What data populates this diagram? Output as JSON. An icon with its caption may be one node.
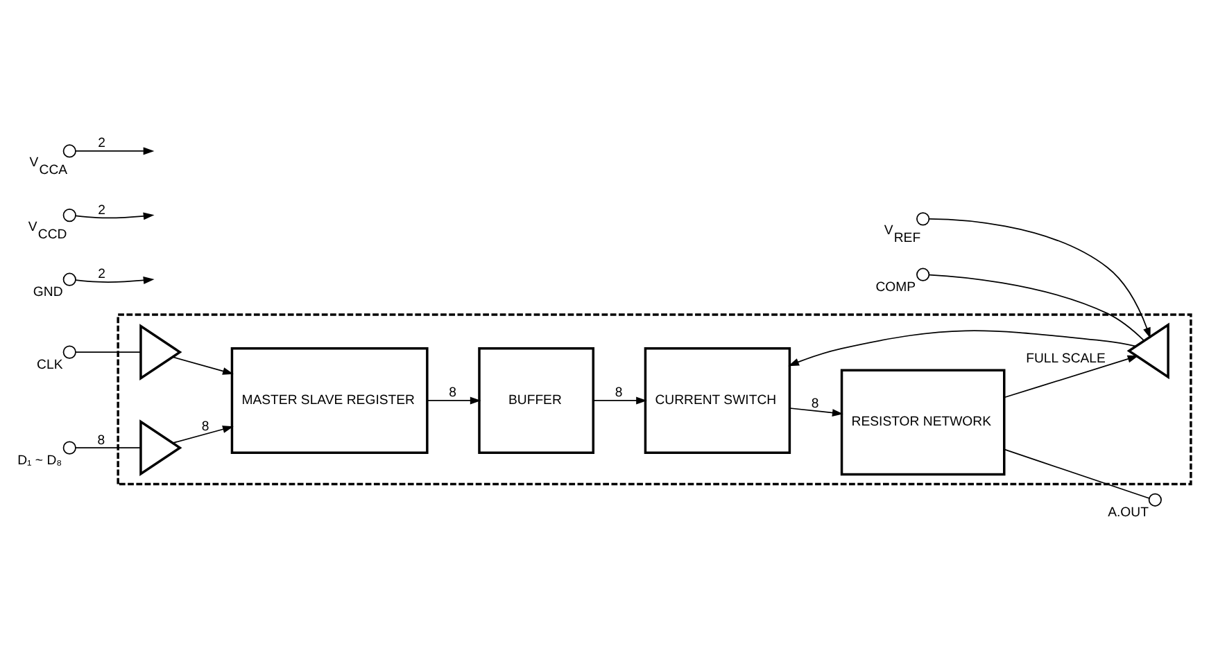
{
  "diagram": {
    "nodes": [
      {
        "text": [],
        "shape": "box"
      },
      {
        "text": [
          "CLK"
        ]
      },
      {
        "text": [
          "D₁ ~ D₈"
        ]
      },
      {
        "text": [],
        "shape": "triangle",
        "in": 0
      },
      {
        "text": [],
        "shape": "triangle",
        "in": 0
      },
      {
        "text": [
          "MASTER SLAVE REGISTER"
        ],
        "in": 0
      },
      {
        "text": [
          "BUFFER"
        ],
        "in": 0
      },
      {
        "text": [
          "CURRENT SWITCH"
        ],
        "in": 0
      },
      {
        "text": [
          "RESISTOR NETWORK"
        ],
        "in": 0
      },
      {
        "text": [
          "A.OUT"
        ]
      },
      {
        "text": [],
        "shape": "triangle",
        "in": 0
      },
      {
        "text": [
          "GND"
        ]
      },
      {
        "text": [
          "V$_{CCD}$"
        ]
      },
      {
        "text": [
          "V$_{CCA}$"
        ]
      },
      {
        "text": [
          "COMP"
        ]
      },
      {
        "text": [
          "V$_{REF}$"
        ]
      }
    ],
    "edges": [
      {
        "from": 1,
        "to": 3,
        "arrow": "none"
      },
      {
        "from": 3,
        "to": 5,
        "arrow": "to"
      },
      {
        "from": 2,
        "to": 4,
        "arrow": "none",
        "label": "8"
      },
      {
        "from": 4,
        "to": 5,
        "arrow": "to",
        "label": "8"
      },
      {
        "from": 5,
        "to": 6,
        "arrow": "to",
        "label": "8"
      },
      {
        "from": 6,
        "to": 7,
        "arrow": "to",
        "label": "8"
      },
      {
        "from": 7,
        "to": 8,
        "arrow": "to",
        "label": "8"
      },
      {
        "from": 8,
        "to": 9,
        "arrow": "none"
      },
      {
        "from": 8,
        "to": 10,
        "arrow": "to",
        "label": "FULL SCALE"
      },
      {
        "from": 10,
        "to": 7,
        "arrow": "to"
      },
      {
        "from": 14,
        "to": 10,
        "arrow": "none"
      },
      {
        "from": 15,
        "to": 10,
        "arrow": "to"
      },
      {
        "from": 11,
        "to": null,
        "arrow": "to",
        "label": "2"
      },
      {
        "from": 12,
        "to": null,
        "arrow": "to",
        "label": "2"
      },
      {
        "from": 13,
        "to": null,
        "arrow": "to",
        "label": "2"
      }
    ]
  }
}
